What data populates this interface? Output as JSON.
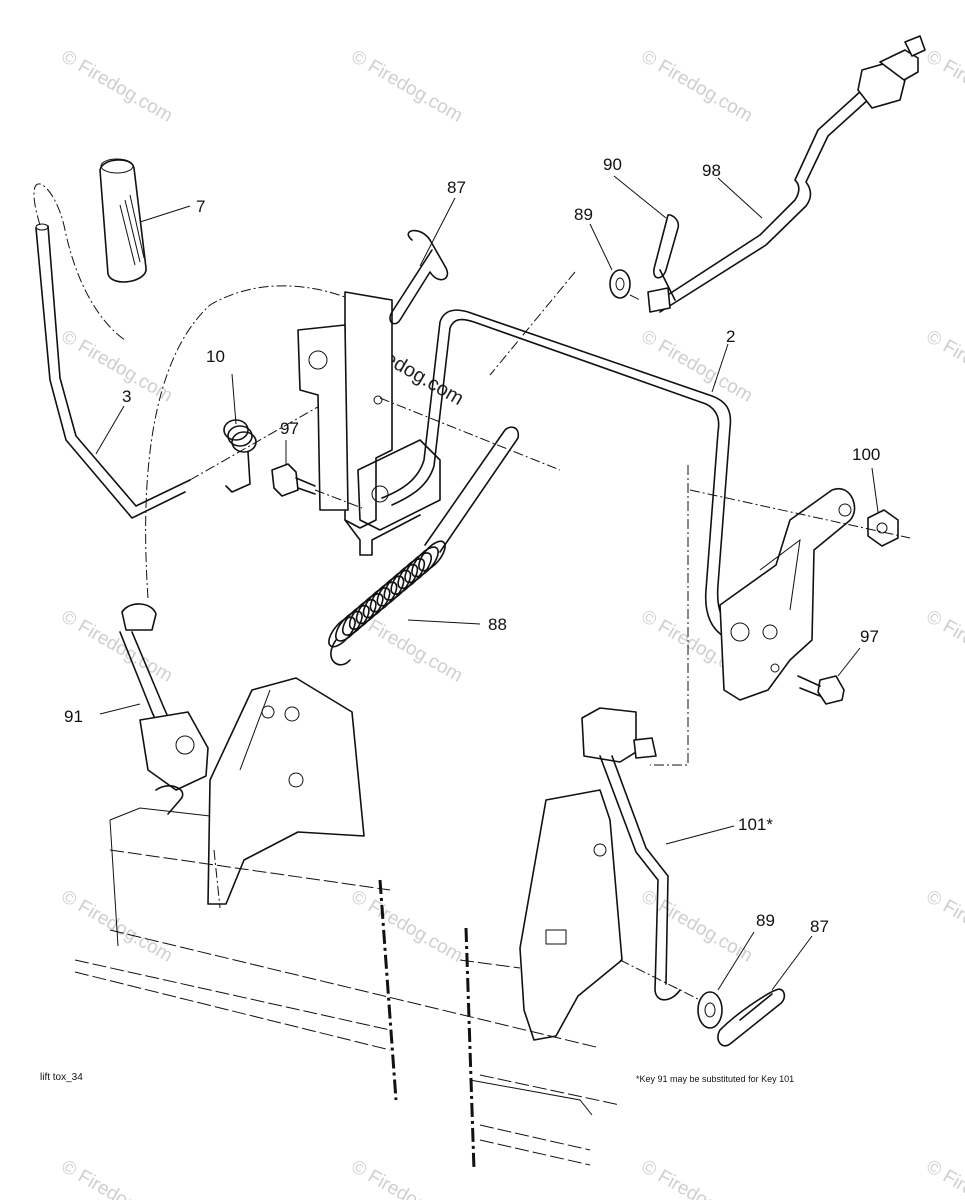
{
  "watermark": {
    "text": "© Firedog.com",
    "center_text": "© Firedog.com"
  },
  "callouts": {
    "c7": "7",
    "c87_top": "87",
    "c90": "90",
    "c98": "98",
    "c89_top": "89",
    "c10": "10",
    "c3": "3",
    "c2": "2",
    "c97_left": "97",
    "c100": "100",
    "c88": "88",
    "c97_right": "97",
    "c91": "91",
    "c101": "101*",
    "c89_bottom": "89",
    "c87_bottom": "87"
  },
  "footer": {
    "drawing_id": "lift tox_34",
    "note": "*Key 91 may be substituted for Key 101"
  }
}
